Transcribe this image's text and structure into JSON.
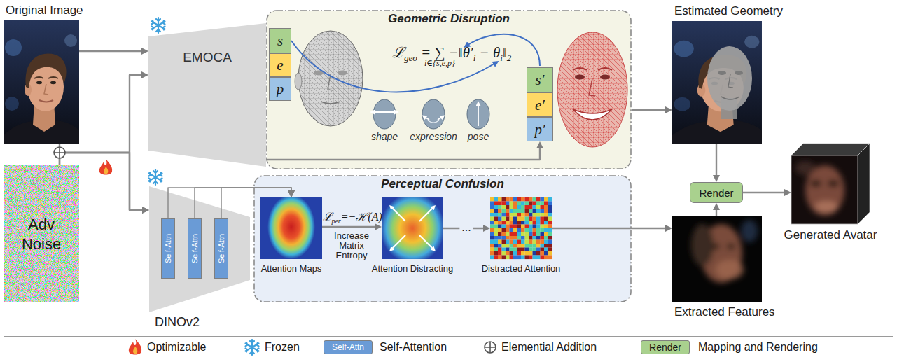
{
  "diagram": {
    "nodes": [
      {
        "text": [
          "Original Image"
        ]
      },
      {
        "text": [
          "Adv Noise"
        ]
      },
      {
        "text": [
          "EMOCA"
        ]
      },
      {
        "text": [
          "Geometric Disruption"
        ]
      },
      {
        "text": [
          "s"
        ],
        "in": 3
      },
      {
        "text": [
          "e"
        ],
        "in": 3
      },
      {
        "text": [
          "p"
        ],
        "in": 3
      },
      {
        "text": [
          "s′"
        ],
        "in": 3
      },
      {
        "text": [
          "e′"
        ],
        "in": 3
      },
      {
        "text": [
          "p′"
        ],
        "in": 3
      },
      {
        "text": [
          "Estimated Geometry"
        ]
      },
      {
        "text": [
          "DINOv2"
        ]
      },
      {
        "text": [
          "Self-Attn"
        ],
        "in": 11
      },
      {
        "text": [
          "Self-Attn"
        ],
        "in": 11
      },
      {
        "text": [
          "Self-Attn"
        ],
        "in": 11
      },
      {
        "text": [
          "Perceptual Confusion"
        ]
      },
      {
        "text": [
          "Attention Maps"
        ],
        "in": 15
      },
      {
        "text": [
          "Attention Distracting"
        ],
        "in": 15
      },
      {
        "text": [
          "Distracted Attention"
        ],
        "in": 15
      },
      {
        "text": [
          "Render"
        ]
      },
      {
        "text": [
          "Generated Avatar"
        ]
      },
      {
        "text": [
          "Extracted Features"
        ]
      }
    ],
    "edges": [
      {
        "from": 0,
        "to": 2,
        "arrow": "to"
      },
      {
        "from": 1,
        "to": 2,
        "arrow": "to"
      },
      {
        "from": 1,
        "to": 11,
        "arrow": "to"
      },
      {
        "from": 0,
        "to": 11,
        "arrow": "to"
      },
      {
        "from": 2,
        "to": 9,
        "arrow": "to"
      },
      {
        "from": 3,
        "to": 10,
        "arrow": "to"
      },
      {
        "from": 12,
        "to": 16,
        "arrow": "to"
      },
      {
        "from": 13,
        "to": 16,
        "arrow": "to"
      },
      {
        "from": 14,
        "to": 16,
        "arrow": "to"
      },
      {
        "from": 16,
        "to": 17,
        "arrow": "to"
      },
      {
        "from": 17,
        "to": 18,
        "arrow": "to"
      },
      {
        "from": 18,
        "to": 21,
        "arrow": "to"
      },
      {
        "from": 10,
        "to": 19,
        "arrow": "to"
      },
      {
        "from": 21,
        "to": 19,
        "arrow": "to"
      },
      {
        "from": 19,
        "to": 20,
        "arrow": "to"
      }
    ],
    "labels": [
      "ℒ",
      "geo",
      "= ∑",
      "i∈{s,e,p}",
      "−‖θ′",
      "i",
      "− θ",
      "i",
      "‖",
      "2",
      "shape",
      "expression",
      "pose",
      "ℒ",
      "per",
      "=−ℋ(A)",
      "Increase Matrix Entropy",
      "...",
      "Self-Attn",
      "Render"
    ],
    "legend": [
      {
        "text": "Optimizable"
      },
      {
        "text": "Frozen"
      },
      {
        "text": "Self-Attention"
      },
      {
        "text": "Elemential Addition"
      },
      {
        "text": "Mapping and Rendering"
      }
    ]
  }
}
